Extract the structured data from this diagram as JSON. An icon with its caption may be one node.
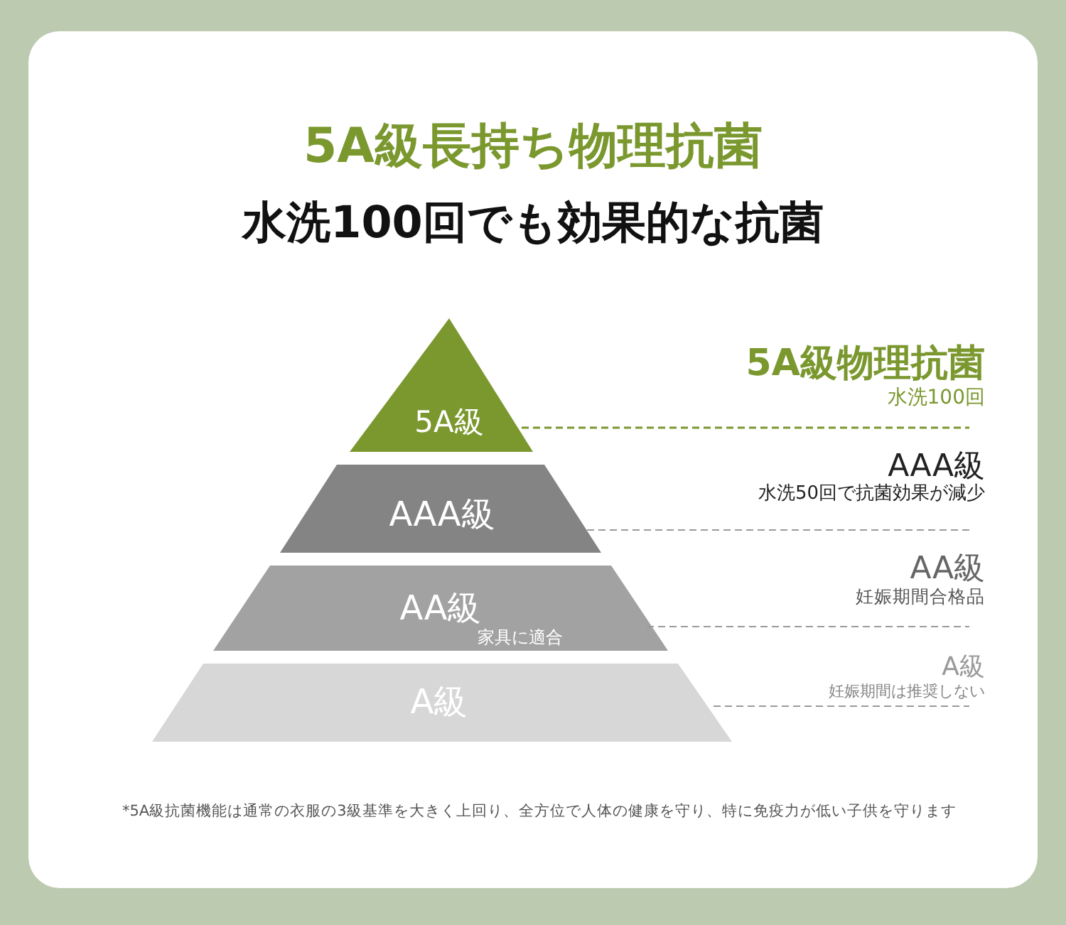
{
  "diagram": {
    "title": "5A級長持ち物理抗菌",
    "nodes": [
      {
        "text": [
          "5A級"
        ]
      },
      {
        "text": [
          "AAA級"
        ]
      },
      {
        "text": [
          "AA級",
          "家具に適合"
        ]
      },
      {
        "text": [
          "A級"
        ]
      },
      {
        "text": [
          "5A級物理抗菌",
          "水洗100回"
        ]
      },
      {
        "text": [
          "AAA級",
          "水洗50回で抗菌効果が減少"
        ]
      },
      {
        "text": [
          "AA級",
          "妊娠期間合格品"
        ]
      },
      {
        "text": [
          "A級",
          "妊娠期間は推奨しない"
        ]
      }
    ],
    "edges": [
      {
        "from": 0,
        "to": 4,
        "arrow": "none",
        "style": "dashed",
        "color": "#7b982f"
      },
      {
        "from": 1,
        "to": 5,
        "arrow": "none",
        "style": "dashed"
      },
      {
        "from": 2,
        "to": 6,
        "arrow": "none",
        "style": "dashed"
      },
      {
        "from": 3,
        "to": 7,
        "arrow": "none",
        "style": "dashed"
      }
    ],
    "labels": [
      "水洗100回でも効果的な抗菌"
    ],
    "caption": "*5A級抗菌機能は通常の衣服の3級基準を大きく上回り、全方位で人体の健康を守り、特に免疫力が低い子供を守ります"
  }
}
